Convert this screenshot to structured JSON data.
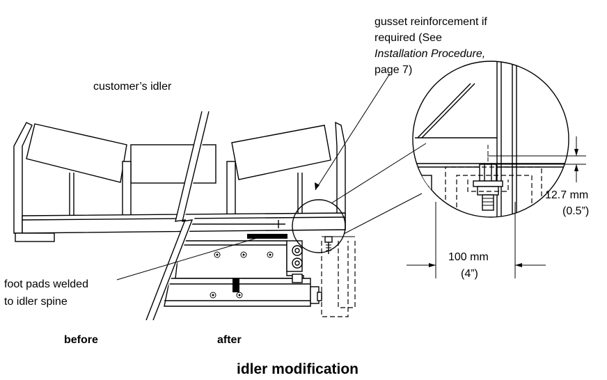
{
  "labels": {
    "gusset_line1": "gusset reinforcement if",
    "gusset_line2": "required (See",
    "gusset_line3": "Installation Procedure,",
    "gusset_line4": "page 7)",
    "customer_idler": "customer’s idler",
    "foot_pads_line1": "foot pads welded",
    "foot_pads_line2": "to idler spine",
    "before": "before",
    "after": "after",
    "dim_vertical_mm": "12.7 mm",
    "dim_vertical_in": "(0.5”)",
    "dim_horizontal_mm": "100 mm",
    "dim_horizontal_in": "(4”)",
    "caption": "idler modification"
  }
}
